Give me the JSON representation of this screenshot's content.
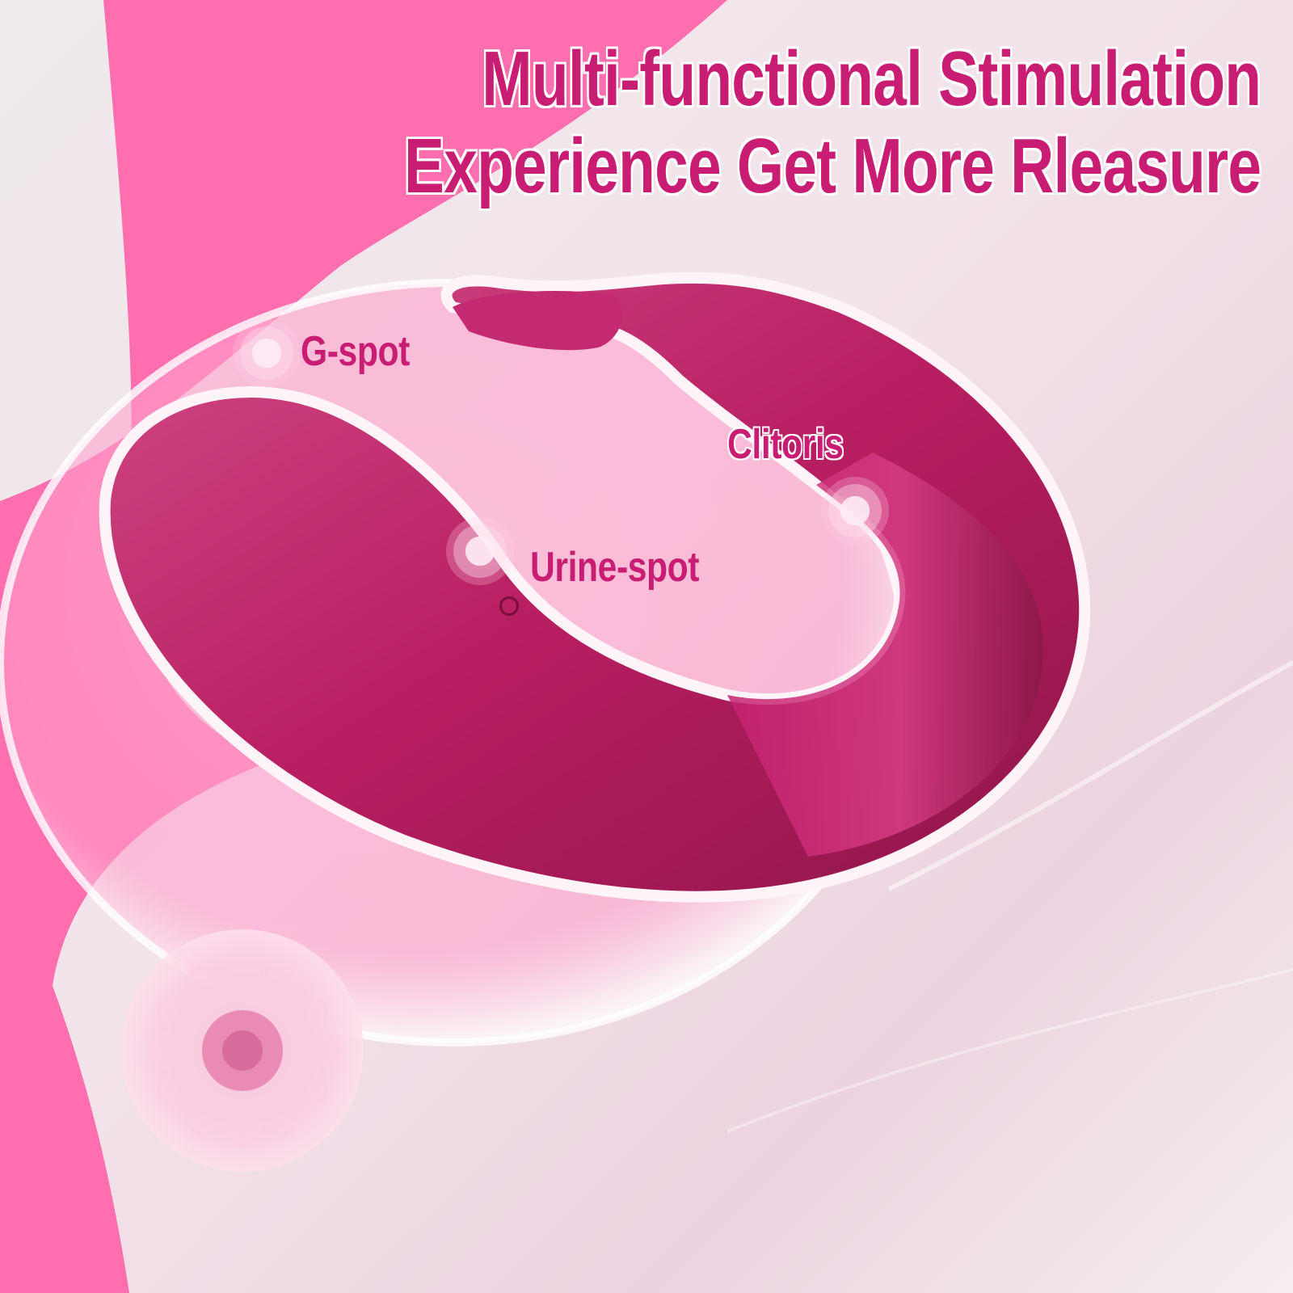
{
  "headline": {
    "line1": "Multi-functional Stimulation",
    "line2": "Experience Get More Rleasure"
  },
  "labels": {
    "g_spot": "G-spot",
    "urine_spot": "Urine-spot",
    "clitoris": "Clitoris"
  },
  "colors": {
    "brand_magenta": "#c81d72",
    "background_pink": "#ff6fb0",
    "product_color": "#b81e62",
    "light_background": "#f1e6eb"
  }
}
